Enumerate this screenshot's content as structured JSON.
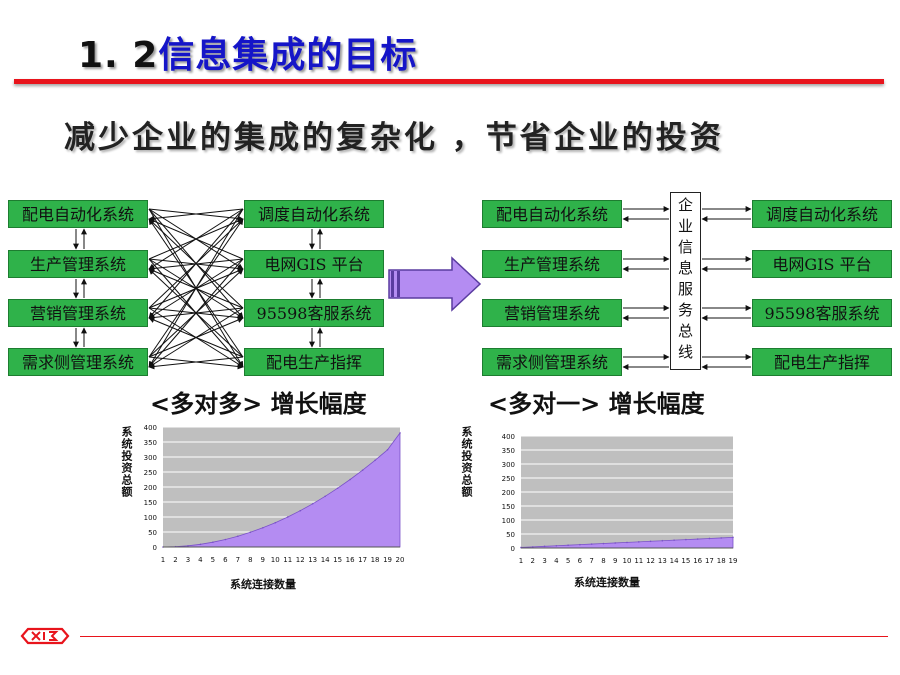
{
  "slide": {
    "title_num": "1. 2",
    "title_text": "信息集成的目标",
    "subtitle": "减少企业的集成的复杂化 ，节省企业的投资"
  },
  "left_diagram": {
    "left_systems": [
      "配电自动化系统",
      "生产管理系统",
      "营销管理系统",
      "需求侧管理系统"
    ],
    "right_systems": [
      "调度自动化系统",
      "电网GIS 平台",
      "95598客服系统",
      "配电生产指挥"
    ],
    "caption": "<多对多> 增长幅度"
  },
  "right_diagram": {
    "left_systems": [
      "配电自动化系统",
      "生产管理系统",
      "营销管理系统",
      "需求侧管理系统"
    ],
    "right_systems": [
      "调度自动化系统",
      "电网GIS 平台",
      "95598客服系统",
      "配电生产指挥"
    ],
    "bus_label": "企业信息服务总线",
    "caption": "<多对一> 增长幅度"
  },
  "colors": {
    "box_green": "#2fb24a",
    "fill_purple": "#b48cf2",
    "rule_red": "#e8141c",
    "title_blue": "#1515c8"
  },
  "chart_data": [
    {
      "type": "area",
      "x": [
        1,
        2,
        3,
        4,
        5,
        6,
        7,
        8,
        9,
        10,
        11,
        12,
        13,
        14,
        15,
        16,
        17,
        18,
        19,
        20
      ],
      "values": [
        0,
        1,
        4,
        9,
        16,
        25,
        36,
        49,
        64,
        81,
        100,
        121,
        144,
        169,
        196,
        225,
        256,
        289,
        324,
        380
      ],
      "ylim": [
        0,
        400
      ],
      "yticks": [
        0,
        50,
        100,
        150,
        200,
        250,
        300,
        350,
        400
      ],
      "xlabel": "系统连接数量",
      "ylabel": "系统投资总额",
      "grid": true
    },
    {
      "type": "area",
      "x": [
        1,
        2,
        3,
        4,
        5,
        6,
        7,
        8,
        9,
        10,
        11,
        12,
        13,
        14,
        15,
        16,
        17,
        18,
        19
      ],
      "values": [
        2,
        4,
        6,
        8,
        10,
        12,
        14,
        16,
        18,
        20,
        22,
        24,
        26,
        28,
        30,
        32,
        34,
        36,
        38
      ],
      "ylim": [
        0,
        400
      ],
      "yticks": [
        0,
        50,
        100,
        150,
        200,
        250,
        300,
        350,
        400
      ],
      "xlabel": "系统连接数量",
      "ylabel": "系统投资总额",
      "grid": true
    }
  ]
}
